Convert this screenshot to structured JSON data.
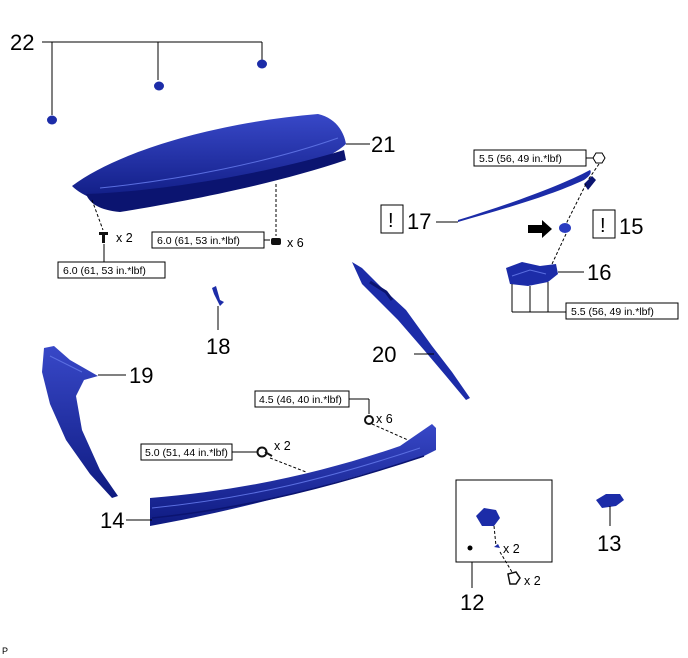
{
  "colors": {
    "part_fill": "#1c2ca8",
    "part_dark": "#0b1470",
    "part_light": "#4a5fd6",
    "line": "#000000"
  },
  "callouts": {
    "p22": "22",
    "p21": "21",
    "p17": "17",
    "p15": "15",
    "p16": "16",
    "p18": "18",
    "p20": "20",
    "p19": "19",
    "p14": "14",
    "p12": "12",
    "p13": "13"
  },
  "torques": {
    "t_55_top": "5.5 (56, 49 in.*lbf)",
    "t_60_mid": "6.0 (61, 53 in.*lbf)",
    "t_60_left": "6.0 (61, 53 in.*lbf)",
    "t_55_right": "5.5 (56, 49 in.*lbf)",
    "t_45": "4.5 (46, 40 in.*lbf)",
    "t_50": "5.0 (51, 44 in.*lbf)"
  },
  "multipliers": {
    "m_left_x2": "x 2",
    "m_mid_x6": "x 6",
    "m_45_x6": "x 6",
    "m_50_x2": "x 2",
    "m_12a_x2": "x 2",
    "m_12b_x2": "x 2"
  },
  "caution_marks": {
    "c17": "!",
    "c15": "!"
  },
  "corner_mark": "P"
}
